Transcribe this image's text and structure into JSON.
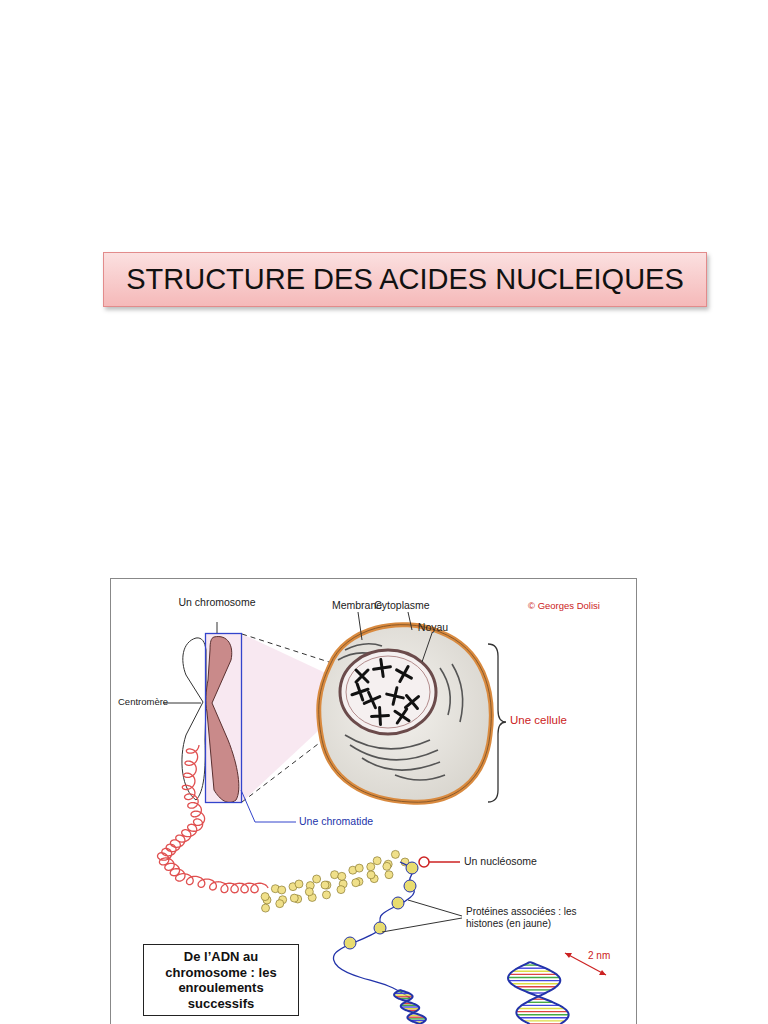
{
  "diagram": {
    "title": "STRUCTURE DES ACIDES NUCLEIQUES",
    "nodes": [
      {
        "text": [
          "De l’ADN au chromosome : les enroulements successifs"
        ]
      }
    ],
    "labels": [
      "Un chromosome",
      "Membrane",
      "Cytoplasme",
      "© Georges Dolisi",
      "Noyau",
      "Centromère",
      "Une cellule",
      "Une chromatide",
      "Un nucléosome",
      "Protéines associées : les histones (en jaune)",
      "2 nm"
    ]
  }
}
